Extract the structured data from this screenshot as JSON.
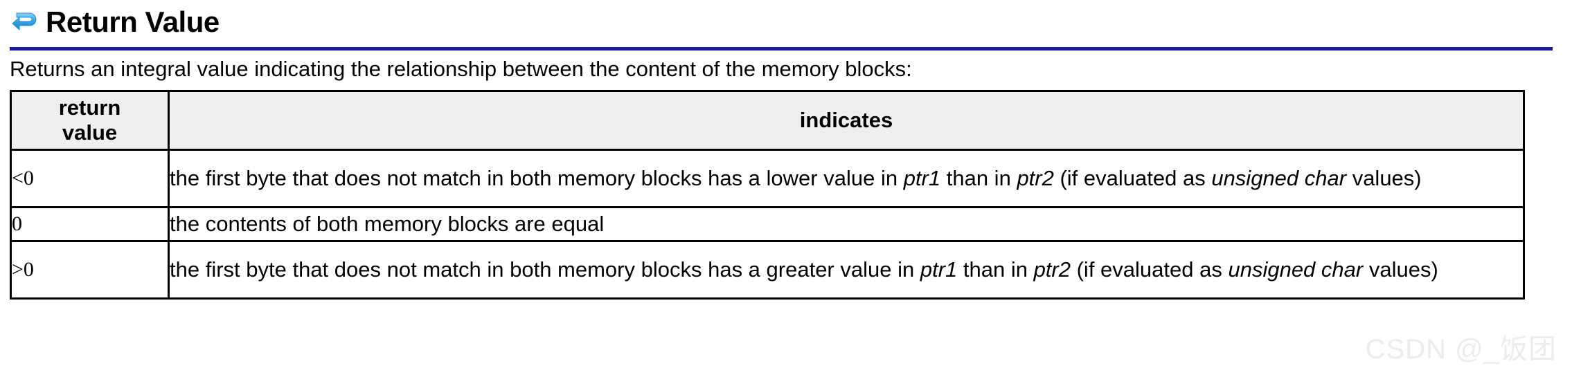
{
  "header": {
    "icon": "return-arrow-icon",
    "title": "Return Value",
    "rule_color": "#171c8f"
  },
  "intro": {
    "text": "Returns an integral value indicating the relationship between the content of the memory blocks:"
  },
  "table": {
    "header_bg": "#efefef",
    "columns": [
      {
        "key": "return_value",
        "label_line1": "return",
        "label_line2": "value"
      },
      {
        "key": "indicates",
        "label": "indicates"
      }
    ],
    "rows": [
      {
        "return_value": "<0",
        "indicates_parts": [
          {
            "text": "the first byte that does not match in both memory blocks has a lower value in ",
            "style": "normal"
          },
          {
            "text": "ptr1",
            "style": "italic"
          },
          {
            "text": " than in ",
            "style": "normal"
          },
          {
            "text": "ptr2",
            "style": "italic"
          },
          {
            "text": " (if evaluated as ",
            "style": "normal"
          },
          {
            "text": "unsigned char",
            "style": "italic"
          },
          {
            "text": " values)",
            "style": "normal"
          }
        ]
      },
      {
        "return_value": "0",
        "indicates_parts": [
          {
            "text": "the contents of both memory blocks are equal",
            "style": "normal"
          }
        ]
      },
      {
        "return_value": ">0",
        "indicates_parts": [
          {
            "text": "the first byte that does not match in both memory blocks has a greater value in ",
            "style": "normal"
          },
          {
            "text": "ptr1",
            "style": "italic"
          },
          {
            "text": " than in ",
            "style": "normal"
          },
          {
            "text": "ptr2",
            "style": "italic"
          },
          {
            "text": " (if evaluated as ",
            "style": "normal"
          },
          {
            "text": "unsigned char",
            "style": "italic"
          },
          {
            "text": " values)",
            "style": "normal"
          }
        ]
      }
    ]
  },
  "watermark": {
    "text": "CSDN @_饭团",
    "color": "#ececec"
  }
}
